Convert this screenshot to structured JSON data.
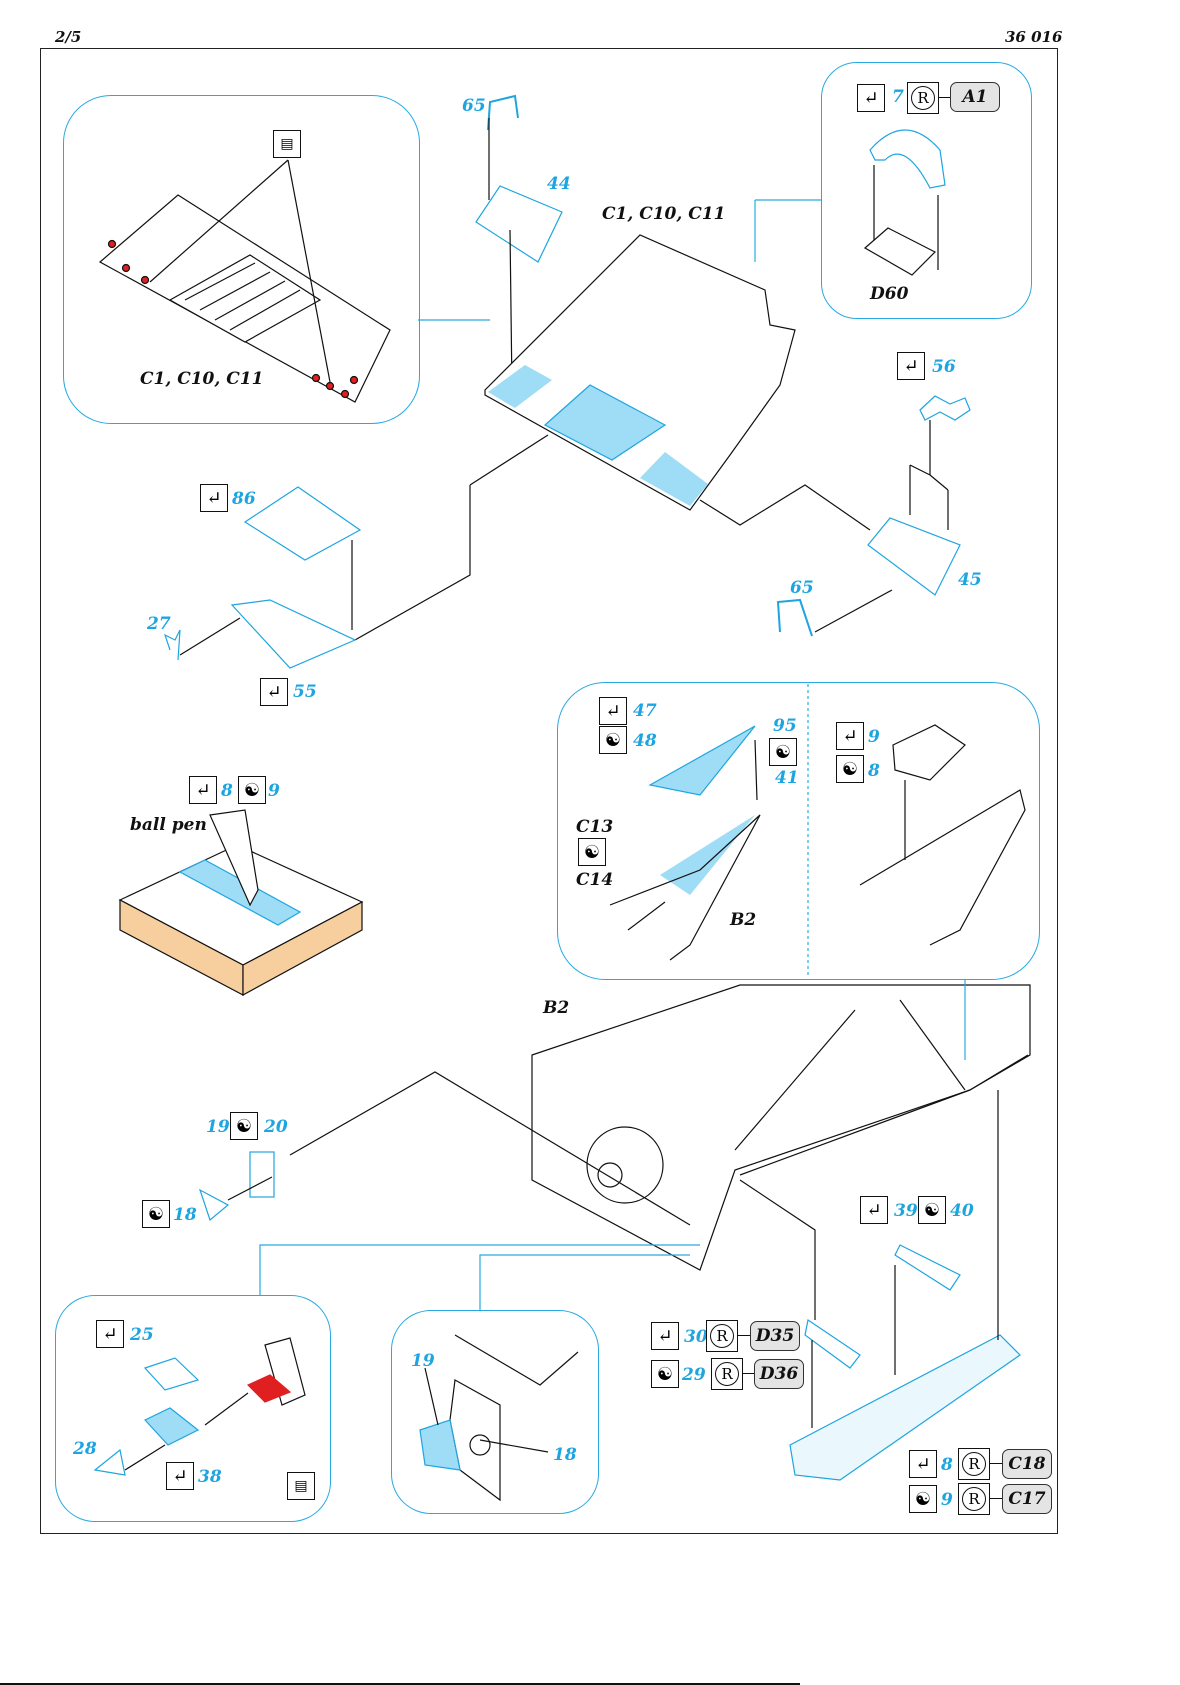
{
  "header": {
    "page": "2/5",
    "code": "36 016"
  },
  "labels": [
    "C1, C10, C11",
    "65",
    "44",
    "C1, C10, C11",
    "7",
    "A1",
    "D60",
    "56",
    "45",
    "65",
    "86",
    "27",
    "55",
    "8",
    "9",
    "ball pen",
    "47",
    "48",
    "95",
    "41",
    "C13",
    "C14",
    "B2",
    "9",
    "8",
    "B2",
    "19",
    "20",
    "18",
    "39",
    "40",
    "25",
    "28",
    "38",
    "19",
    "18",
    "30",
    "D35",
    "29",
    "D36",
    "8",
    "C18",
    "9",
    "C17"
  ],
  "colors": {
    "accent": "#1ea5e0",
    "panel_border": "#29a9e1",
    "part_fill": "#9fdcf5",
    "red": "#e02020",
    "wood": "#f7cf9f"
  }
}
